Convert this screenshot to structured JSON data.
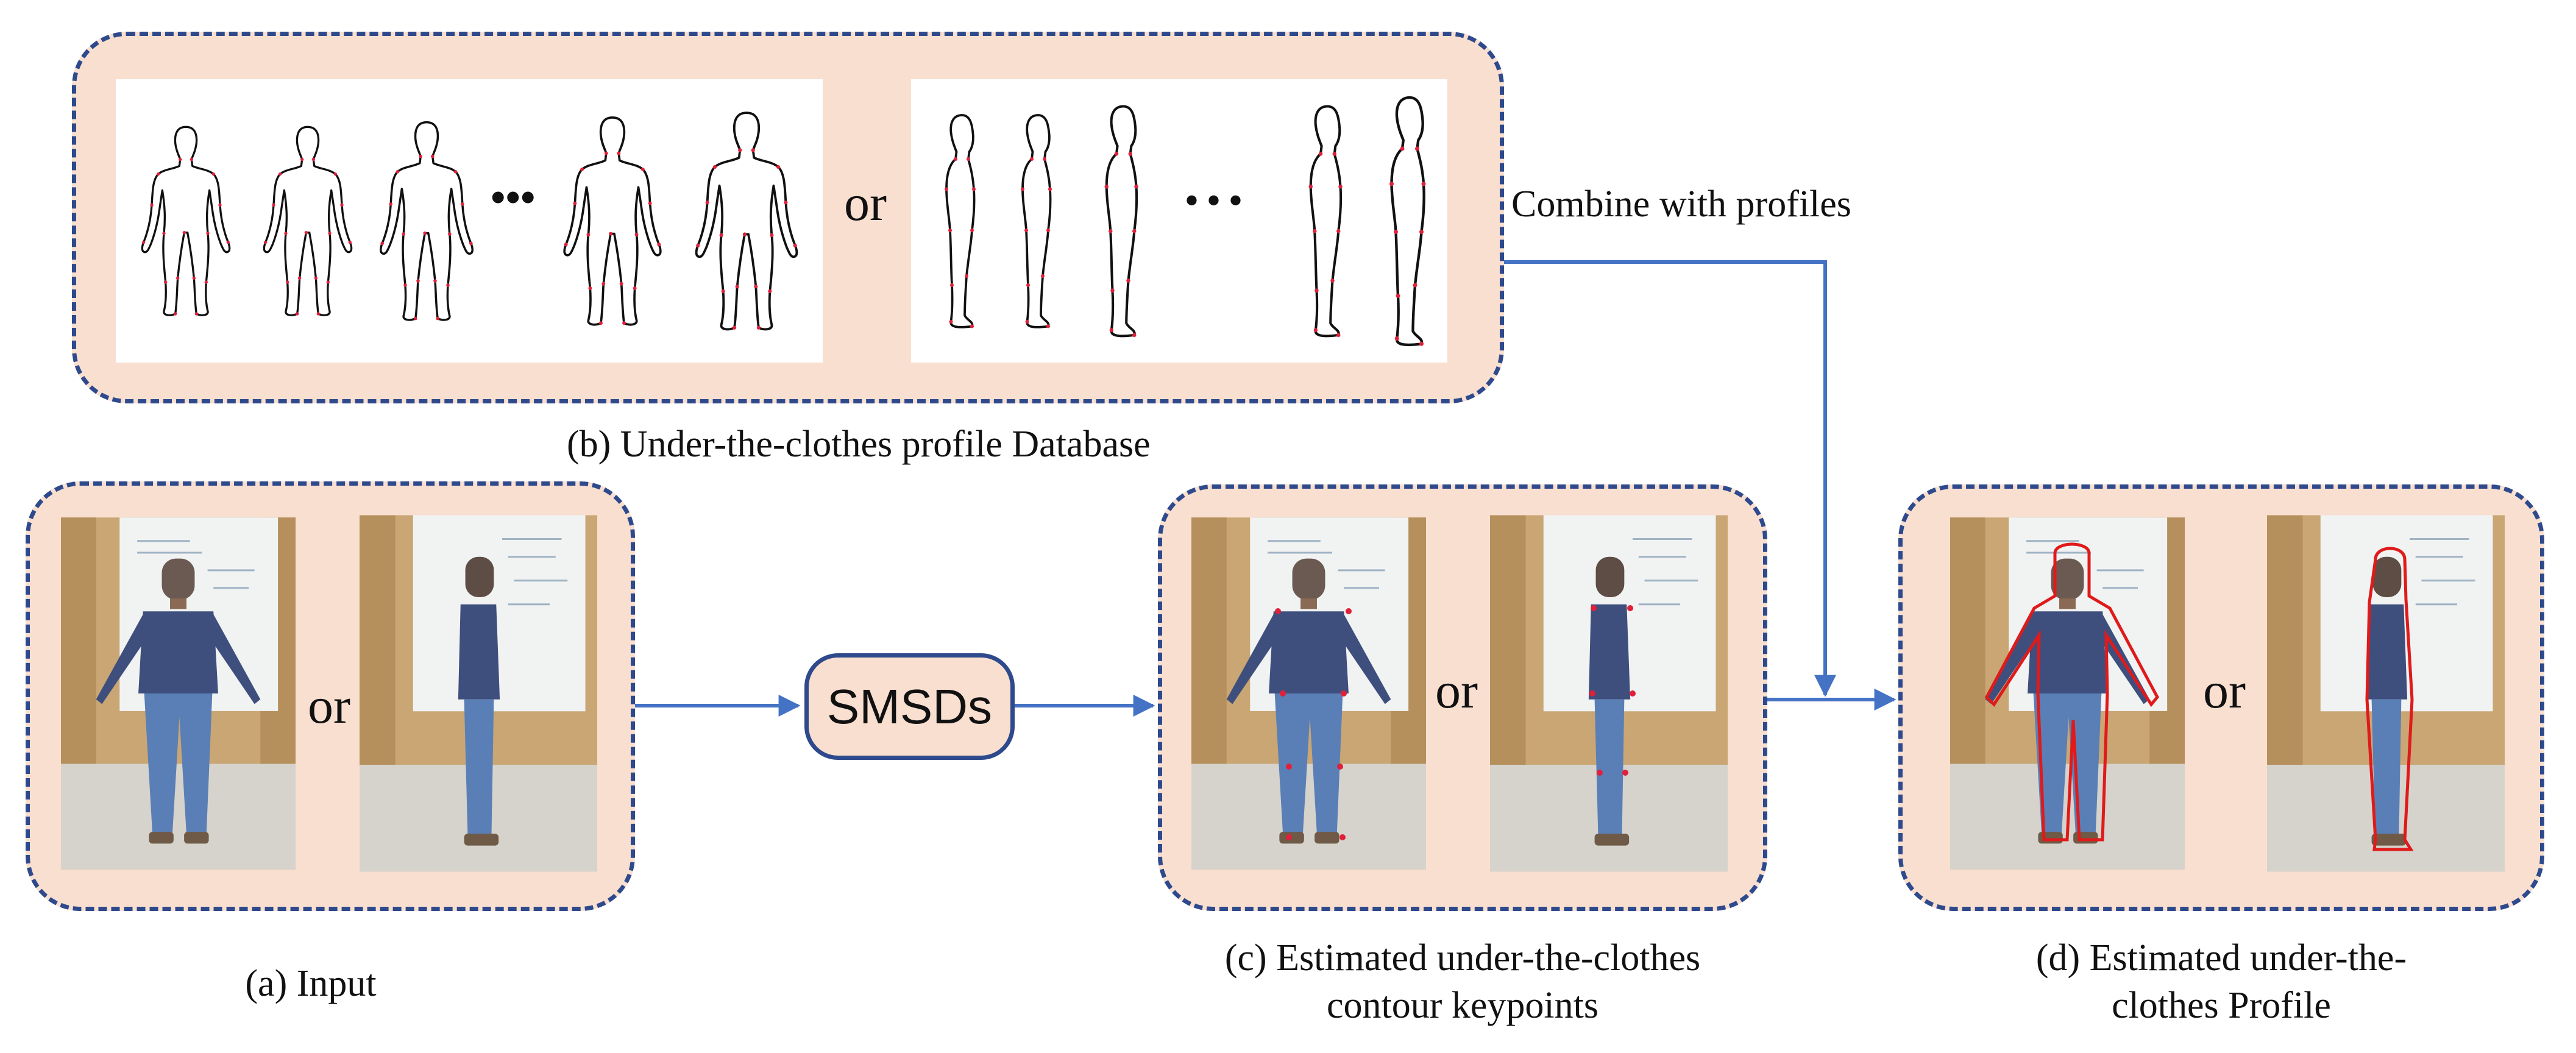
{
  "panels": {
    "database": {
      "caption": "(b) Under-the-clothes profile Database",
      "or_label": "or",
      "front_ellipsis": "•••",
      "side_ellipsis": "• • •"
    },
    "input": {
      "caption": "(a) Input",
      "or_label": "or"
    },
    "keypoints": {
      "caption_line1": "(c) Estimated under-the-clothes",
      "caption_line2": "contour keypoints",
      "or_label": "or"
    },
    "profile": {
      "caption_line1": "(d) Estimated  under-the-",
      "caption_line2": "clothes Profile",
      "or_label": "or"
    }
  },
  "process": {
    "label": "SMSDs"
  },
  "connector": {
    "label": "Combine with profiles"
  },
  "colors": {
    "panel_fill": "#f9dfd0",
    "border": "#2e4a8c",
    "arrow": "#4472c4",
    "keypoint": "#e0203a",
    "contour": "#e01a1a"
  },
  "icons": {
    "front_body": "human-front-outline",
    "side_body": "human-side-outline",
    "photo": "person-photo"
  }
}
